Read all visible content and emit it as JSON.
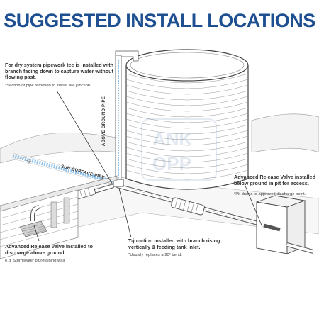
{
  "title": "SUGGESTED INSTALL LOCATIONS",
  "callouts": {
    "dry_system": {
      "text": "For dry system pipework tee is installed with branch facing down to capture water without flowing past.",
      "note": "*Section of pipe removed to install 'tee junction'"
    },
    "release_pit": {
      "text": "Advanced Release Valve installed below ground in pit for access.",
      "note": "*Pit drains to approved discharge point."
    },
    "release_ground": {
      "text": "Advanced Release Valve installed to discharge above ground.",
      "note": "e.g. Stormwater pit/retaining wall"
    },
    "t_junction": {
      "text": "T-junction installed with branch rising vertically & feeding tank inlet.",
      "note": "*Usually replaces a 90º bend."
    }
  },
  "pipe_labels": {
    "above_ground": "ABOVE GROUND PIPE",
    "sub_surface": "SUB-SURFACE PIPE"
  },
  "watermark": [
    "ANK",
    "OPP"
  ]
}
